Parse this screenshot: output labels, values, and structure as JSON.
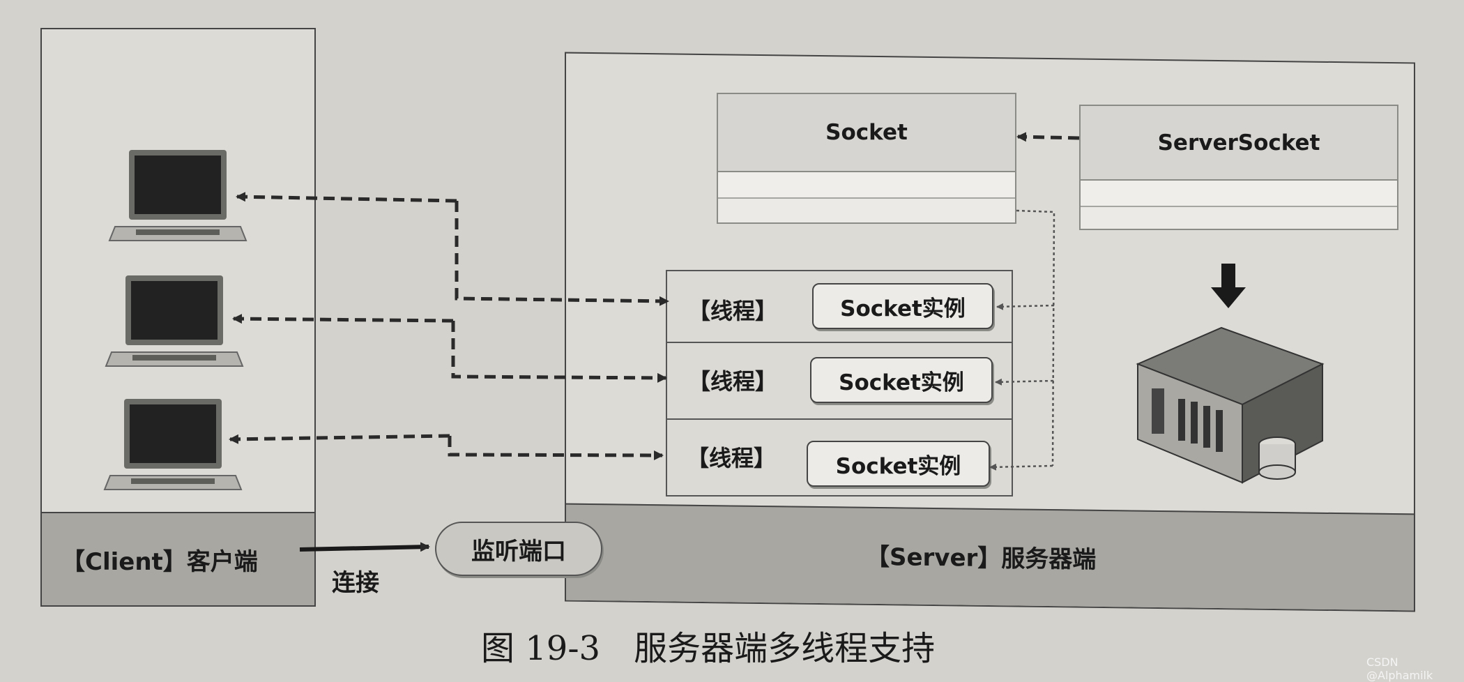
{
  "client": {
    "label": "【Client】客户端"
  },
  "server": {
    "label": "【Server】服务器端"
  },
  "classes": {
    "socket": "Socket",
    "server_socket": "ServerSocket"
  },
  "threads": [
    {
      "label": "【线程】",
      "instance": "Socket实例"
    },
    {
      "label": "【线程】",
      "instance": "Socket实例"
    },
    {
      "label": "【线程】",
      "instance": "Socket实例"
    }
  ],
  "connection": {
    "port_label": "监听端口",
    "connect_label": "连接"
  },
  "caption": "图 19-3　服务器端多线程支持",
  "watermark": "CSDN @Alphamilk",
  "icons": [
    "laptop-icon",
    "laptop-icon",
    "laptop-icon",
    "server-icon",
    "down-arrow-icon"
  ]
}
